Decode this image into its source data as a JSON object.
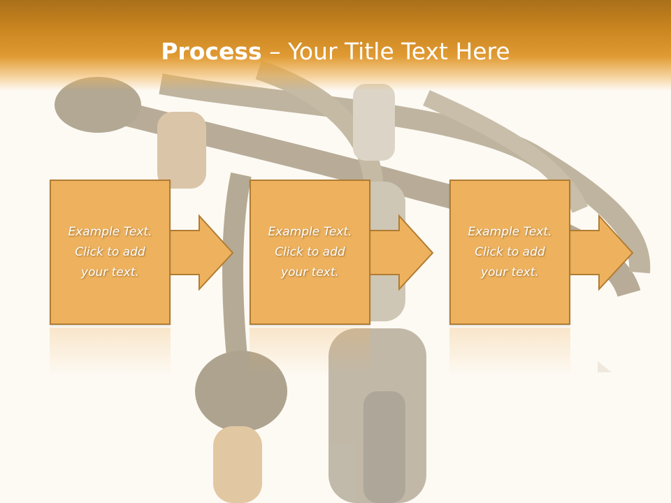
{
  "slide": {
    "title_bold": "Process",
    "title_rest": " – Your Title Text Here",
    "steps": [
      {
        "text": "Example Text.\nClick  to add\nyour text."
      },
      {
        "text": "Example Text.\nClick  to add\nyour text."
      },
      {
        "text": "Example Text.\nClick  to add\nyour text."
      }
    ]
  },
  "colors": {
    "header": "#c8841f",
    "box_fill": "#eeb25e",
    "box_border": "#b07c33",
    "text": "#ffffff",
    "background": "#fdfaf4"
  },
  "background_image": "hookah-photo"
}
